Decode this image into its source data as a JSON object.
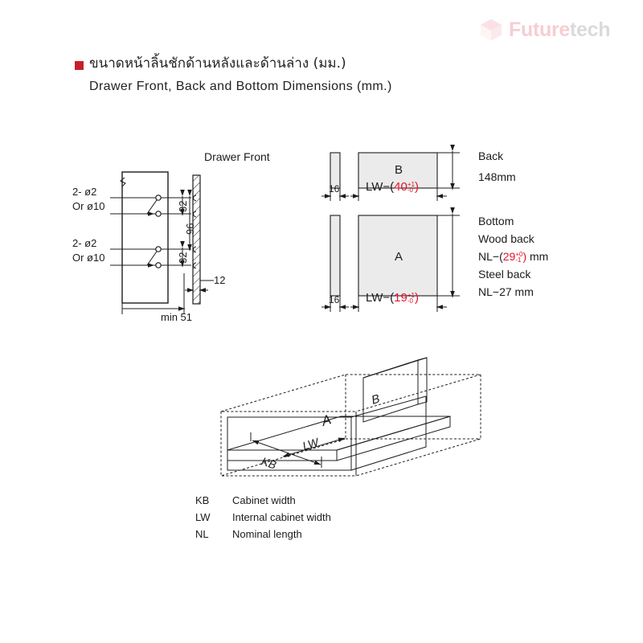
{
  "brand": {
    "name_part1": "Future",
    "name_part2": "tech",
    "icon": "cube-icon",
    "accent_color": "#d81f3a",
    "secondary_color": "#5a5a5a"
  },
  "heading": {
    "bullet_color": "#c6202a",
    "title_th": "ขนาดหน้าลิ้นชักด้านหลังและด้านล่าง (มม.)",
    "title_en": "Drawer Front, Back and Bottom Dimensions (mm.)"
  },
  "front_view": {
    "title": "Drawer Front",
    "hole_label_top_line1": "2- ø2",
    "hole_label_top_line2": "Or ø10",
    "hole_label_bottom_line1": "2- ø2",
    "hole_label_bottom_line2": "Or ø10",
    "dim_top_32": "32",
    "dim_96": "96",
    "dim_bottom_32": "32",
    "dim_12": "12",
    "dim_min51": "min 51"
  },
  "back_view": {
    "panel_label": "B",
    "side_thickness": "16",
    "width_prefix": "LW−(",
    "width_value": "40",
    "width_tol_upper": "+1",
    "width_tol_lower": "-0",
    "width_suffix": ")",
    "caption_title": "Back",
    "caption_value": "148mm"
  },
  "bottom_view": {
    "panel_label": "A",
    "side_thickness": "16",
    "width_prefix": "LW−(",
    "width_value": "19",
    "width_tol_upper": "+1",
    "width_tol_lower": "-0",
    "width_suffix": ")",
    "caption_title": "Bottom",
    "caption_wood_back": "Wood back",
    "caption_wood_prefix": "NL−(",
    "caption_wood_value": "29",
    "caption_wood_tol_upper": "+0",
    "caption_wood_tol_lower": "-1",
    "caption_wood_suffix": ")",
    "caption_wood_unit": "mm",
    "caption_steel_back": "Steel back",
    "caption_steel_value": "NL−27  mm"
  },
  "iso_view": {
    "label_a": "A",
    "label_b": "B",
    "dim_lw": "LW",
    "dim_kb": "KB"
  },
  "legend": {
    "rows": [
      {
        "key": "KB",
        "value": "Cabinet width"
      },
      {
        "key": "LW",
        "value": "Internal cabinet width"
      },
      {
        "key": "NL",
        "value": "Nominal length"
      }
    ]
  }
}
